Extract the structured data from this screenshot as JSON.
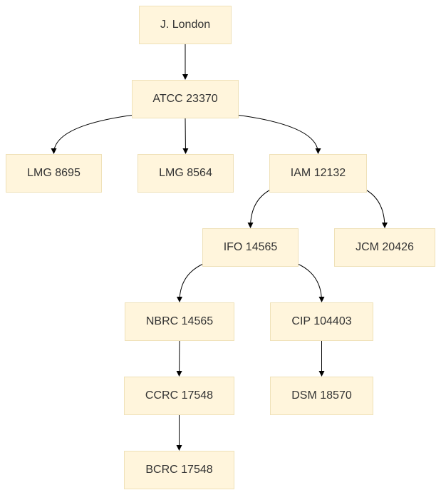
{
  "diagram": {
    "nodes": [
      {
        "id": "n1",
        "label": "J. London"
      },
      {
        "id": "n2",
        "label": "ATCC 23370"
      },
      {
        "id": "n3",
        "label": "LMG 8695"
      },
      {
        "id": "n4",
        "label": "LMG 8564"
      },
      {
        "id": "n5",
        "label": "IAM 12132"
      },
      {
        "id": "n6",
        "label": "IFO 14565"
      },
      {
        "id": "n7",
        "label": "JCM 20426"
      },
      {
        "id": "n8",
        "label": "NBRC 14565"
      },
      {
        "id": "n9",
        "label": "CIP 104403"
      },
      {
        "id": "n10",
        "label": "CCRC 17548"
      },
      {
        "id": "n11",
        "label": "DSM 18570"
      },
      {
        "id": "n12",
        "label": "BCRC 17548"
      }
    ],
    "edges": [
      {
        "from": "n1",
        "to": "n2"
      },
      {
        "from": "n2",
        "to": "n3"
      },
      {
        "from": "n2",
        "to": "n4"
      },
      {
        "from": "n2",
        "to": "n5"
      },
      {
        "from": "n5",
        "to": "n6"
      },
      {
        "from": "n5",
        "to": "n7"
      },
      {
        "from": "n6",
        "to": "n8"
      },
      {
        "from": "n6",
        "to": "n9"
      },
      {
        "from": "n8",
        "to": "n10"
      },
      {
        "from": "n9",
        "to": "n11"
      },
      {
        "from": "n10",
        "to": "n12"
      }
    ],
    "colors": {
      "node_fill": "#fff5dc",
      "node_border": "#efe1b8",
      "text": "#333333",
      "edge": "#000000"
    }
  }
}
